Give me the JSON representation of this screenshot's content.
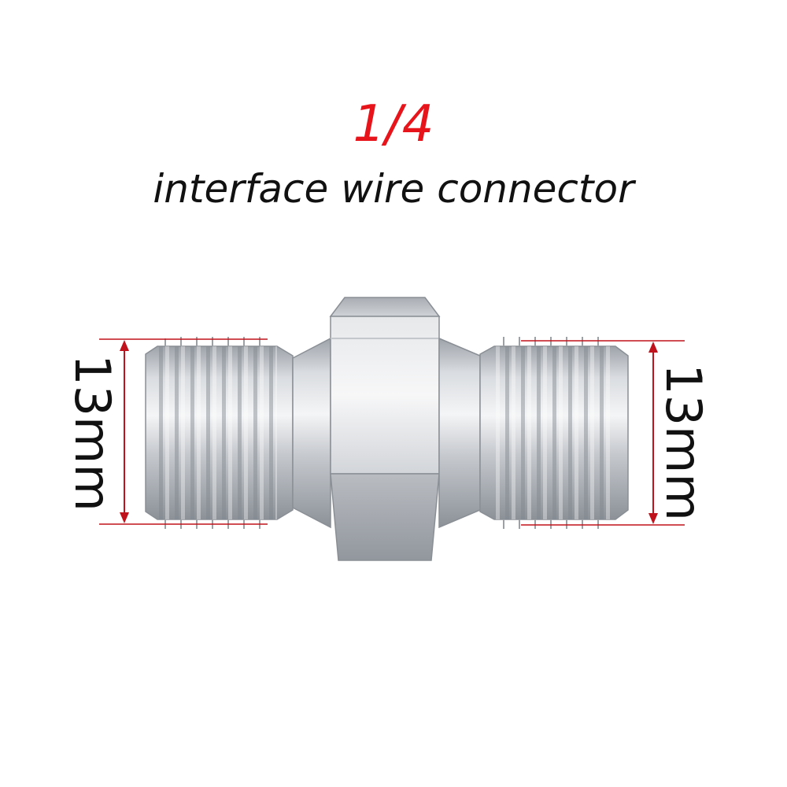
{
  "product": {
    "title": "1/4",
    "subtitle": "interface wire connector",
    "left_dimension": "13mm",
    "right_dimension": "13mm",
    "title_color": "#e8141b",
    "dimension_line_color": "#c0121c",
    "body_color": "#c9ccd1",
    "image_subject": "threaded-steel-hex-nipple-connector"
  }
}
